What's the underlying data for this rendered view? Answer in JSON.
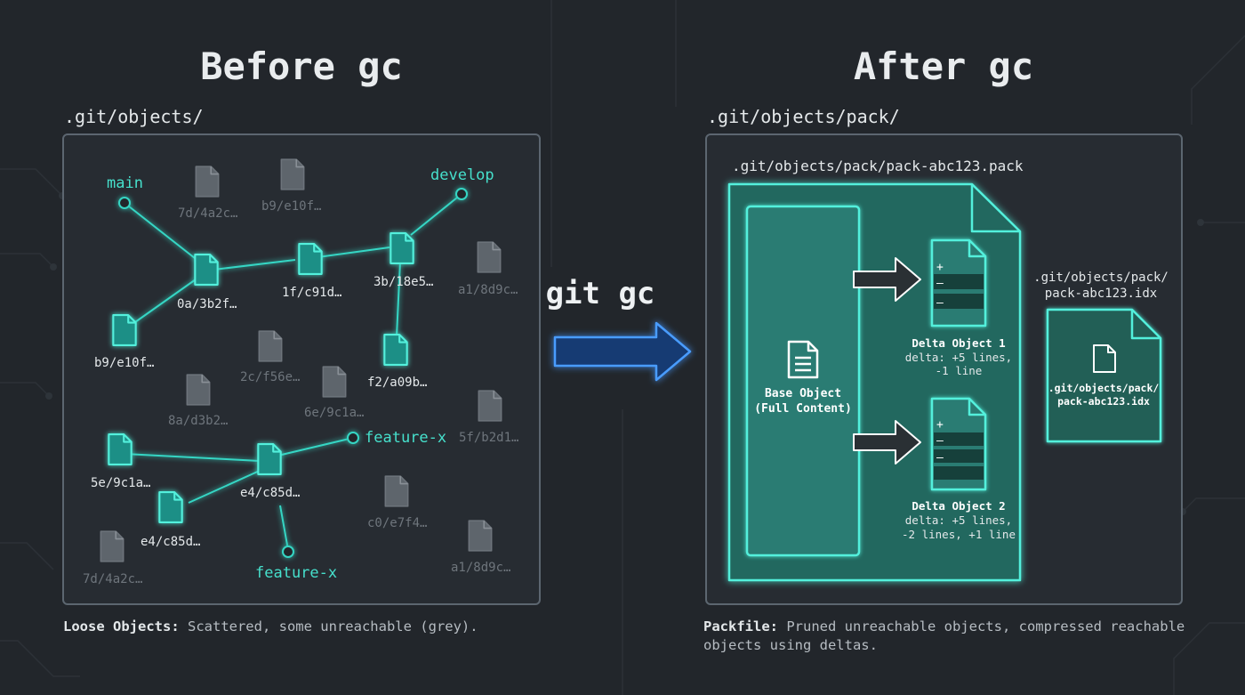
{
  "before": {
    "title": "Before gc",
    "path": ".git/objects/",
    "caption_label": "Loose Objects:",
    "caption_text": " Scattered, some unreachable (grey).",
    "refs": [
      "main",
      "develop",
      "feature-x",
      "feature-x"
    ],
    "reachable_objects": [
      "0a/3b2f…",
      "1f/c91d…",
      "3b/18e5…",
      "b9/e10f…",
      "f2/a09b…",
      "5e/9c1a…",
      "e4/c85d…",
      "e4/c85d…"
    ],
    "unreachable_objects": [
      "7d/4a2c…",
      "b9/e10f…",
      "a1/8d9c…",
      "2c/f56e…",
      "8a/d3b2…",
      "6e/9c1a…",
      "5f/b2d1…",
      "c0/e7f4…",
      "7d/4a2c…",
      "a1/8d9c…"
    ]
  },
  "command": "git gc",
  "after": {
    "title": "After gc",
    "path": ".git/objects/pack/",
    "pack_file_name": ".git/objects/pack/pack-abc123.pack",
    "base_object": {
      "line1": "Base Object",
      "line2": "(Full Content)"
    },
    "deltas": [
      {
        "title": "Delta Object 1",
        "line1": "delta: +5 lines,",
        "line2": "-1 line"
      },
      {
        "title": "Delta Object 2",
        "line1": "delta: +5 lines,",
        "line2": "-2 lines, +1 line"
      }
    ],
    "idx_label": {
      "line1": ".git/objects/pack/",
      "line2": "pack-abc123.idx"
    },
    "idx_inner": {
      "line1": ".git/objects/pack/",
      "line2": "pack-abc123.idx"
    },
    "caption_label": "Packfile:",
    "caption_line1": " Pruned unreachable objects, compressed reachable",
    "caption_line2": "objects using deltas."
  },
  "colors": {
    "accent": "#36d6c4",
    "unreachable": "#6e757c",
    "arrow": "#3b86e8",
    "background": "#22262b"
  },
  "icons": {
    "object": "file-icon",
    "delta_marks": [
      "+",
      "–",
      "–"
    ]
  }
}
